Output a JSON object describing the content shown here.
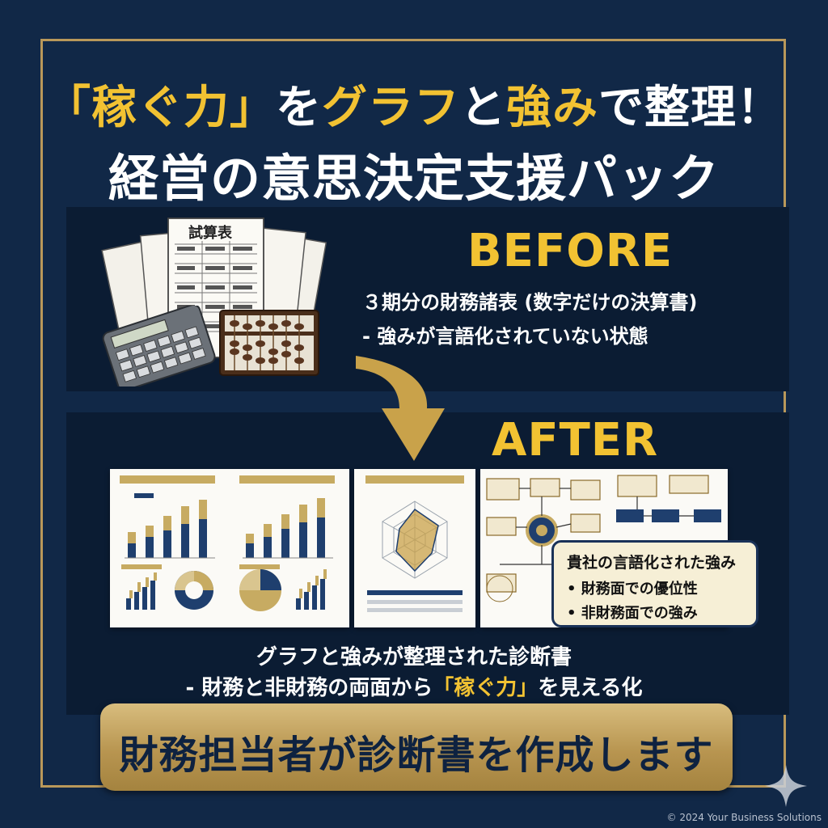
{
  "title": {
    "line1_q_open": "「",
    "line1_a": "稼ぐ力",
    "line1_q_close": "」",
    "line1_b": "を",
    "line1_c": "グラフ",
    "line1_d": "と",
    "line1_e": "強み",
    "line1_f": "で整理！",
    "line2": "経営の意思決定支援パック"
  },
  "before": {
    "heading": "BEFORE",
    "doc_label": "試算表",
    "line1": "３期分の財務諸表 (数字だけの決算書)",
    "line2": "- 強みが言語化されていない状態"
  },
  "after": {
    "heading": "AFTER",
    "callout": {
      "title": "貴社の言語化された強み",
      "items": [
        "• 財務面での優位性",
        "• 非財務面での強み"
      ]
    },
    "line1": "グラフと強みが整理された診断書",
    "line2_a": "- 財務と非財務の両面から",
    "line2_b": "「稼ぐ力」",
    "line2_c": "を見える化"
  },
  "banner": "財務担当者が診断書を作成します",
  "copyright": "© 2024 Your Business Solutions",
  "colors": {
    "background": "#112847",
    "panel": "#0b1c33",
    "accent": "#f2c232",
    "frame": "#b9985a",
    "navy": "#1f3f6e",
    "tan": "#c7ab62"
  },
  "icons": [
    "documents-icon",
    "calculator-icon",
    "abacus-icon",
    "arrow-curve-icon",
    "bar-chart-icon",
    "donut-chart-icon",
    "pie-chart-icon",
    "radar-chart-icon",
    "flowchart-icon",
    "sparkle-icon"
  ]
}
